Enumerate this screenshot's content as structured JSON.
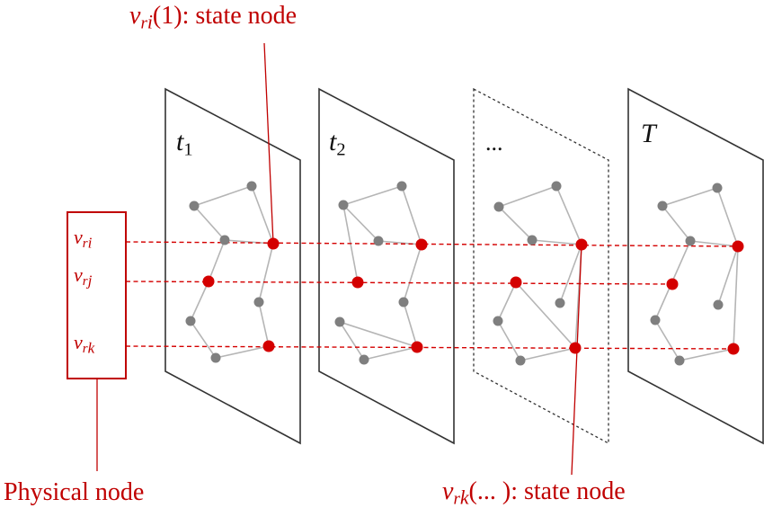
{
  "colors": {
    "accent": "#c00000",
    "plane_border": "#333333",
    "edge": "#b5b5b5",
    "gray_node": "#7f7f7f",
    "state_node": "#d40000"
  },
  "layers": [
    {
      "label_main": "t",
      "label_sub": "1",
      "border": "solid"
    },
    {
      "label_main": "t",
      "label_sub": "2",
      "border": "solid"
    },
    {
      "label_main": "...",
      "label_sub": "",
      "border": "dashed"
    },
    {
      "label_main": "T",
      "label_sub": "",
      "border": "solid"
    }
  ],
  "physical_node_box": {
    "items": [
      {
        "main": "v",
        "sub": "r",
        "subsub": "i"
      },
      {
        "main": "v",
        "sub": "r",
        "subsub": "j"
      },
      {
        "main": "v",
        "sub": "r",
        "subsub": "k"
      }
    ]
  },
  "annotations": {
    "top": {
      "main": "v",
      "sub": "r",
      "subsub": "i",
      "arg": "(1)",
      "text": ": state node"
    },
    "bottom": {
      "main": "v",
      "sub": "r",
      "subsub": "k",
      "arg": "(... )",
      "text": ": state node"
    },
    "physical": "Physical node"
  }
}
